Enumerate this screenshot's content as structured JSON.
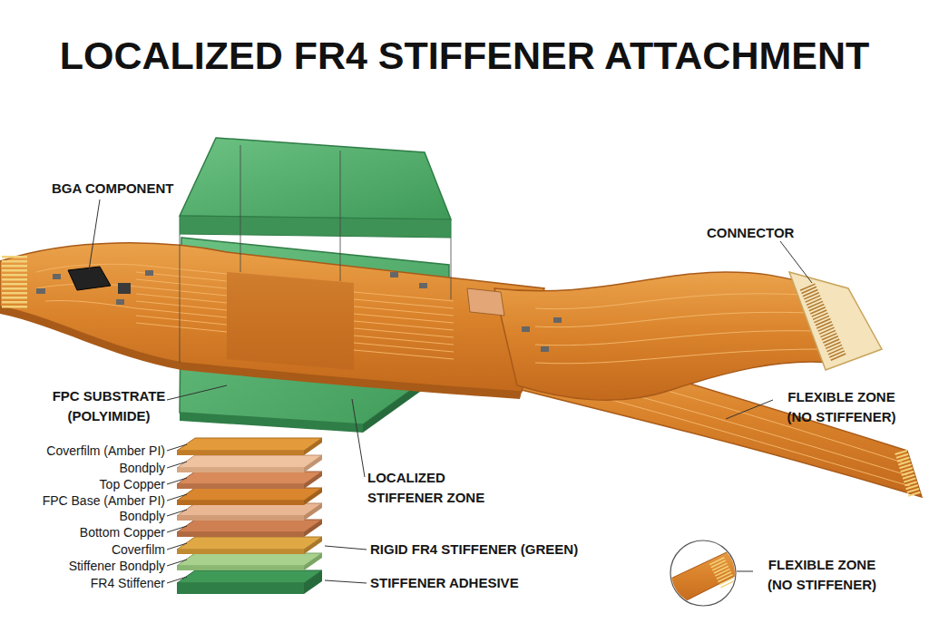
{
  "diagram": {
    "title": "LOCALIZED FR4 STIFFENER ATTACHMENT",
    "labels": [
      "BGA COMPONENT",
      "CONNECTOR",
      "FPC SUBSTRATE (POLYIMIDE)",
      "FLEXIBLE ZONE (NO STIFFENER)",
      "Coverfilm (Amber PI)",
      "Bondply",
      "Top Copper",
      "LOCALIZED STIFFENER ZONE",
      "FPC Base (Amber PI)",
      "Bondply",
      "Bottom Copper",
      "Coverfilm",
      "RIGID FR4 STIFFENER (GREEN)",
      "Stiffener Bondply",
      "FLEXIBLE ZONE (NO STIFFENER)",
      "FR4 Stiffener",
      "STIFFENER ADHESIVE"
    ]
  }
}
